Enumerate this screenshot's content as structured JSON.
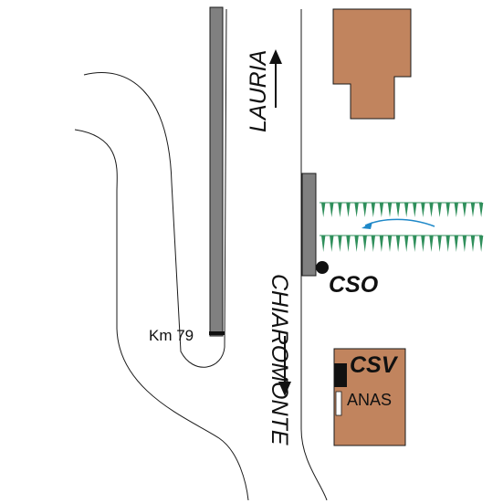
{
  "labels": {
    "north_direction": "LAURIA",
    "south_direction": "CHIAROMONTE",
    "station_cso": "CSO",
    "station_csv": "CSV",
    "agency": "ANAS",
    "km_marker": "Km 79"
  },
  "colors": {
    "building": "#C1845E",
    "barrier": "#808080",
    "vegetation": "#2F8F5B",
    "flow_arrow": "#1E88C8",
    "line": "#1a1a1a"
  }
}
